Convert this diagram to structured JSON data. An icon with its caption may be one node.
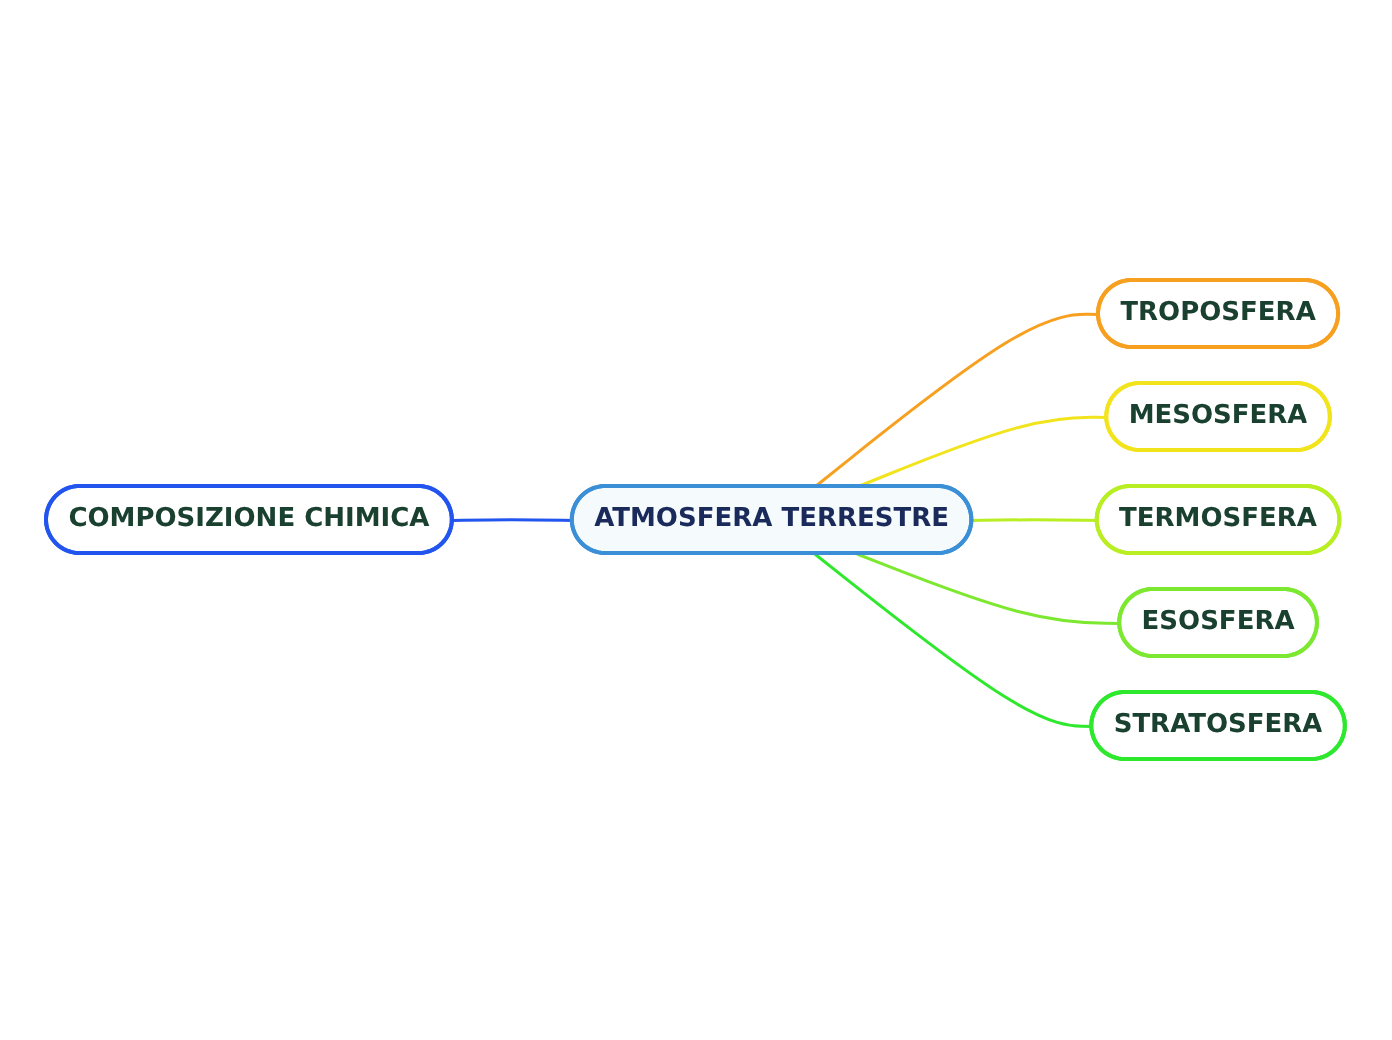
{
  "diagram": {
    "nodes": [
      {
        "text": [
          "COMPOSIZIONE CHIMICA"
        ]
      },
      {
        "text": [
          "ATMOSFERA TERRESTRE"
        ]
      },
      {
        "text": [
          "TROPOSFERA"
        ]
      },
      {
        "text": [
          "MESOSFERA"
        ]
      },
      {
        "text": [
          "TERMOSFERA"
        ]
      },
      {
        "text": [
          "ESOSFERA"
        ]
      },
      {
        "text": [
          "STRATOSFERA"
        ]
      }
    ],
    "edges": [
      {
        "from": 0,
        "to": 1,
        "arrow": "none",
        "color": "#2255ee"
      },
      {
        "from": 1,
        "to": 2,
        "arrow": "none",
        "color": "#f7a020"
      },
      {
        "from": 1,
        "to": 3,
        "arrow": "none",
        "color": "#f2e41c"
      },
      {
        "from": 1,
        "to": 4,
        "arrow": "none",
        "color": "#b8ee22"
      },
      {
        "from": 1,
        "to": 5,
        "arrow": "none",
        "color": "#7ce830"
      },
      {
        "from": 1,
        "to": 6,
        "arrow": "none",
        "color": "#2ee82e"
      }
    ]
  }
}
